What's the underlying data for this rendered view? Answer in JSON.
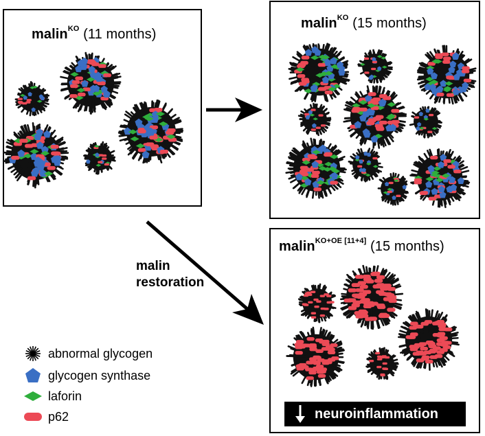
{
  "panels": {
    "a": {
      "name": "malin",
      "sup": "KO",
      "time": "(11 months)"
    },
    "b": {
      "name": "malin",
      "sup": "KO",
      "time": "(15 months)"
    },
    "c": {
      "name": "malin",
      "sup": "KO+OE [11+4]",
      "time": "(15 months)"
    }
  },
  "restoration": {
    "line1": "malin",
    "line2": "restoration"
  },
  "outcome": {
    "label": "neuroinflammation",
    "icon": "down-arrow-icon"
  },
  "legend": [
    {
      "icon": "abnormal-glycogen-icon",
      "label": "abnormal glycogen"
    },
    {
      "icon": "glycogen-synthase-icon",
      "label": "glycogen synthase",
      "color": "#3a6fc4"
    },
    {
      "icon": "laforin-icon",
      "label": "laforin",
      "color": "#2fae3c"
    },
    {
      "icon": "p62-icon",
      "label": "p62",
      "color": "#ec4a56"
    }
  ],
  "colors": {
    "glycogen": "#111111",
    "glycogen_synthase": "#3a6fc4",
    "laforin": "#2fae3c",
    "p62": "#ec4a56"
  }
}
